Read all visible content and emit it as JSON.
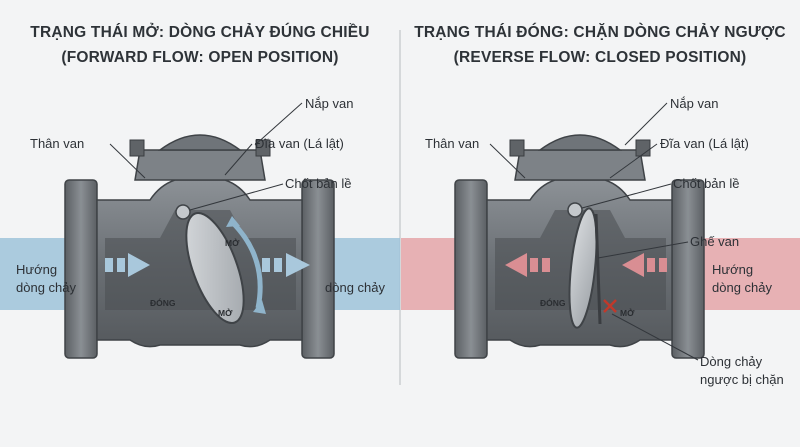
{
  "left": {
    "title_vi": "TRẠNG THÁI MỞ: DÒNG CHẢY ĐÚNG CHIỀU",
    "title_en": "(FORWARD FLOW: OPEN POSITION)",
    "labels": {
      "bonnet": "Nắp van",
      "body": "Thân van",
      "disc": "Đĩa van (Lá lật)",
      "hinge": "Chốt bản lề",
      "flow_in_1": "Hướng",
      "flow_in_2": "dòng chảy",
      "flow_out": "dòng chảy",
      "open": "MỞ",
      "closed": "ĐÓNG",
      "open2": "MỞ"
    },
    "pipe_color": "#9ec3d9",
    "arrow_color": "#a9c8dc"
  },
  "right": {
    "title_vi": "TRẠNG THÁI ĐÓNG: CHẶN DÒNG CHẢY NGƯỢC",
    "title_en": "(REVERSE FLOW: CLOSED POSITION)",
    "labels": {
      "bonnet": "Nắp van",
      "body": "Thân van",
      "disc": "Đĩa van (Lá lật)",
      "hinge": "Chốt bản lề",
      "seat": "Ghế van",
      "flow_in_1": "Hướng",
      "flow_in_2": "dòng chảy",
      "closed": "ĐÓNG",
      "open": "MỞ",
      "blocked_1": "Dòng chảy",
      "blocked_2": "ngược bị chặn"
    },
    "pipe_color": "#e4a4a8",
    "arrow_color": "#d98e93"
  }
}
